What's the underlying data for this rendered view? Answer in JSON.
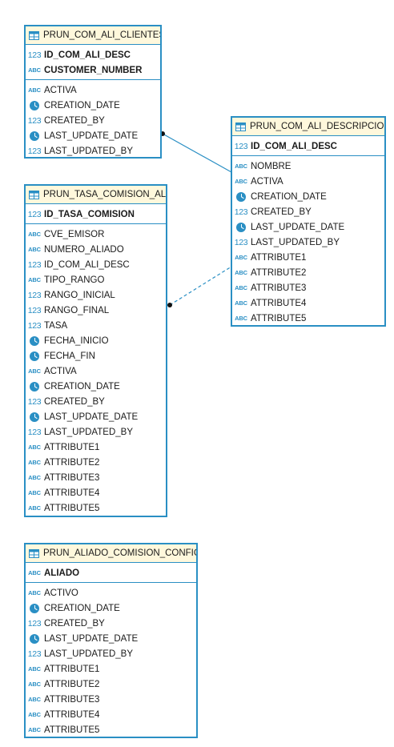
{
  "entities": [
    {
      "name": "PRUN_COM_ALI_CLIENTES",
      "keys": [
        {
          "type": "number",
          "name": "ID_COM_ALI_DESC"
        },
        {
          "type": "string",
          "name": "CUSTOMER_NUMBER"
        }
      ],
      "columns": [
        {
          "type": "string",
          "name": "ACTIVA"
        },
        {
          "type": "date",
          "name": "CREATION_DATE"
        },
        {
          "type": "number",
          "name": "CREATED_BY"
        },
        {
          "type": "date",
          "name": "LAST_UPDATE_DATE"
        },
        {
          "type": "number",
          "name": "LAST_UPDATED_BY"
        }
      ]
    },
    {
      "name": "PRUN_COM_ALI_DESCRIPCION",
      "keys": [
        {
          "type": "number",
          "name": "ID_COM_ALI_DESC"
        }
      ],
      "columns": [
        {
          "type": "string",
          "name": "NOMBRE"
        },
        {
          "type": "string",
          "name": "ACTIVA"
        },
        {
          "type": "date",
          "name": "CREATION_DATE"
        },
        {
          "type": "number",
          "name": "CREATED_BY"
        },
        {
          "type": "date",
          "name": "LAST_UPDATE_DATE"
        },
        {
          "type": "number",
          "name": "LAST_UPDATED_BY"
        },
        {
          "type": "string",
          "name": "ATTRIBUTE1"
        },
        {
          "type": "string",
          "name": "ATTRIBUTE2"
        },
        {
          "type": "string",
          "name": "ATTRIBUTE3"
        },
        {
          "type": "string",
          "name": "ATTRIBUTE4"
        },
        {
          "type": "string",
          "name": "ATTRIBUTE5"
        }
      ]
    },
    {
      "name": "PRUN_TASA_COMISION_ALI",
      "keys": [
        {
          "type": "number",
          "name": "ID_TASA_COMISION"
        }
      ],
      "columns": [
        {
          "type": "string",
          "name": "CVE_EMISOR"
        },
        {
          "type": "string",
          "name": "NUMERO_ALIADO"
        },
        {
          "type": "number",
          "name": "ID_COM_ALI_DESC"
        },
        {
          "type": "string",
          "name": "TIPO_RANGO"
        },
        {
          "type": "number",
          "name": "RANGO_INICIAL"
        },
        {
          "type": "number",
          "name": "RANGO_FINAL"
        },
        {
          "type": "number",
          "name": "TASA"
        },
        {
          "type": "date",
          "name": "FECHA_INICIO"
        },
        {
          "type": "date",
          "name": "FECHA_FIN"
        },
        {
          "type": "string",
          "name": "ACTIVA"
        },
        {
          "type": "date",
          "name": "CREATION_DATE"
        },
        {
          "type": "number",
          "name": "CREATED_BY"
        },
        {
          "type": "date",
          "name": "LAST_UPDATE_DATE"
        },
        {
          "type": "number",
          "name": "LAST_UPDATED_BY"
        },
        {
          "type": "string",
          "name": "ATTRIBUTE1"
        },
        {
          "type": "string",
          "name": "ATTRIBUTE2"
        },
        {
          "type": "string",
          "name": "ATTRIBUTE3"
        },
        {
          "type": "string",
          "name": "ATTRIBUTE4"
        },
        {
          "type": "string",
          "name": "ATTRIBUTE5"
        }
      ]
    },
    {
      "name": "PRUN_ALIADO_COMISION_CONFIG",
      "keys": [
        {
          "type": "string",
          "name": "ALIADO"
        }
      ],
      "columns": [
        {
          "type": "string",
          "name": "ACTIVO"
        },
        {
          "type": "date",
          "name": "CREATION_DATE"
        },
        {
          "type": "number",
          "name": "CREATED_BY"
        },
        {
          "type": "date",
          "name": "LAST_UPDATE_DATE"
        },
        {
          "type": "number",
          "name": "LAST_UPDATED_BY"
        },
        {
          "type": "string",
          "name": "ATTRIBUTE1"
        },
        {
          "type": "string",
          "name": "ATTRIBUTE2"
        },
        {
          "type": "string",
          "name": "ATTRIBUTE3"
        },
        {
          "type": "string",
          "name": "ATTRIBUTE4"
        },
        {
          "type": "string",
          "name": "ATTRIBUTE5"
        }
      ]
    }
  ],
  "type_icons": {
    "number": "123",
    "string": "ABC",
    "date": "clock-icon"
  },
  "relationships": [
    {
      "from": "PRUN_COM_ALI_CLIENTES",
      "to": "PRUN_COM_ALI_DESCRIPCION",
      "style": "solid"
    },
    {
      "from": "PRUN_TASA_COMISION_ALI",
      "to": "PRUN_COM_ALI_DESCRIPCION",
      "style": "dashed"
    }
  ],
  "colors": {
    "border": "#2a8fc4",
    "header_bg": "#fff8dc",
    "icon": "#2a8fc4",
    "text": "#1a1a1a"
  }
}
